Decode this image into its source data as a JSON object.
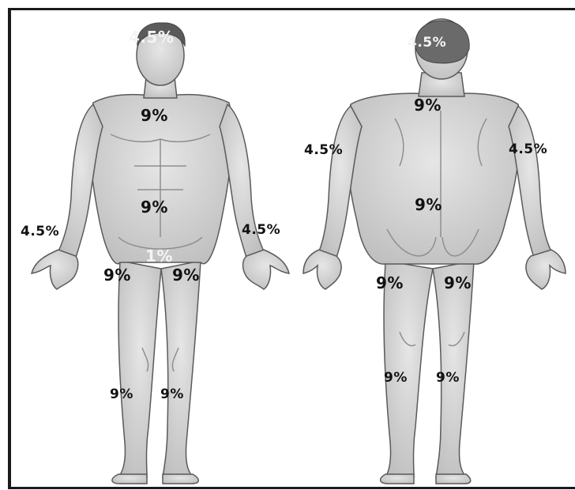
{
  "figure": {
    "front": {
      "labels": {
        "head": "4.5%",
        "chest": "9%",
        "abdomen": "9%",
        "arm_left": "4.5%",
        "arm_right": "4.5%",
        "groin": "1%",
        "upper_leg_left": "9%",
        "upper_leg_right": "9%",
        "lower_leg_left": "9%",
        "lower_leg_right": "9%"
      }
    },
    "back": {
      "labels": {
        "head": "4.5%",
        "upper_back": "9%",
        "arm_left": "4.5%",
        "arm_right": "4.5%",
        "lower_back": "9%",
        "upper_leg_left": "9%",
        "upper_leg_right": "9%",
        "lower_leg_left": "9%",
        "lower_leg_right": "9%"
      }
    }
  },
  "colors": {
    "skin": "#d9d9d9",
    "shade": "#a8a8a8",
    "outline": "#5a5a5a",
    "hair": "#5b5b5b",
    "label": "#111111"
  }
}
